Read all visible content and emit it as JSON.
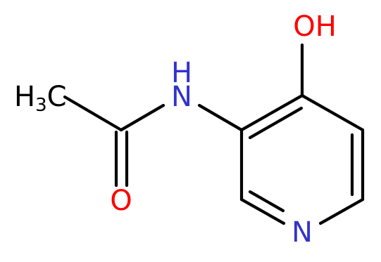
{
  "molecule": {
    "atoms": {
      "methyl": {
        "symbol": "H",
        "subscript": "3",
        "suffix": "C",
        "color": "#000000"
      },
      "amide_nitrogen": {
        "symbol": "N",
        "suffix": "H",
        "color": "#3333cc"
      },
      "carbonyl_oxygen": {
        "symbol": "O",
        "color": "#ff0000"
      },
      "hydroxyl": {
        "symbol": "OH",
        "color": "#ff0000"
      },
      "ring_nitrogen": {
        "symbol": "N",
        "color": "#3333cc"
      }
    }
  }
}
